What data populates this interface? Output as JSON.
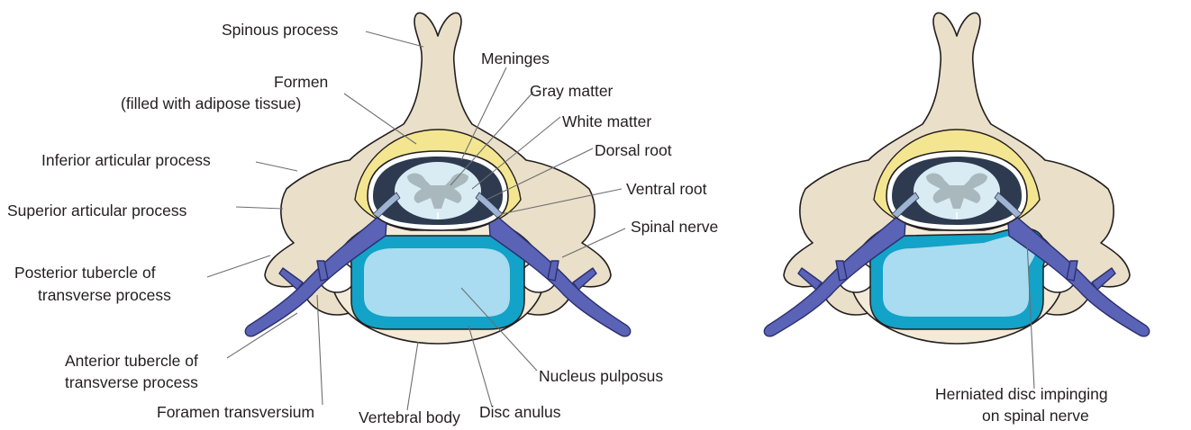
{
  "left_panel": {
    "labels": {
      "spinous_process": "Spinous process",
      "formen_line1": "Formen",
      "formen_line2": "(filled with adipose tissue)",
      "meninges": "Meninges",
      "gray_matter": "Gray matter",
      "white_matter": "White matter",
      "dorsal_root": "Dorsal root",
      "ventral_root": "Ventral root",
      "spinal_nerve": "Spinal nerve",
      "inferior_articular_process": "Inferior articular process",
      "superior_articular_process": "Superior articular process",
      "posterior_tubercle_line1": "Posterior tubercle of",
      "posterior_tubercle_line2": "transverse process",
      "anterior_tubercle_line1": "Anterior tubercle of",
      "anterior_tubercle_line2": "transverse process",
      "foramen_transversium": "Foramen transversium",
      "vertebral_body": "Vertebral body",
      "disc_anulus": "Disc anulus",
      "nucleus_pulposus": "Nucleus pulposus"
    }
  },
  "right_panel": {
    "labels": {
      "herniated_line1": "Herniated disc impinging",
      "herniated_line2": "on spinal nerve"
    }
  },
  "colors": {
    "bone": "#eadfc8",
    "adipose": "#f4e691",
    "nerve": "#5a63b5",
    "disc_anulus": "#13a2c8",
    "nucleus_pulposus": "#a9dcf0",
    "gray_matter": "#a9b8bc",
    "white_matter": "#d9ecf4"
  }
}
